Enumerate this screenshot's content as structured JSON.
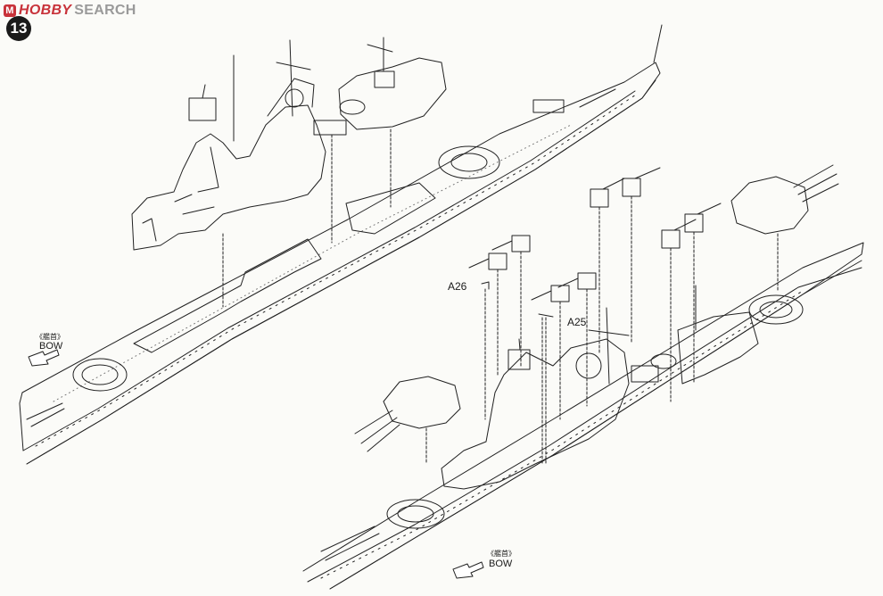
{
  "watermark": {
    "logo_letter": "M",
    "brand": "HOBBY",
    "text": "SEARCH"
  },
  "step": {
    "number": "13"
  },
  "upper_ship": {
    "bow_jp": "《艦首》",
    "bow_en": "BOW"
  },
  "lower_ship": {
    "bow_jp": "《艦首》",
    "bow_en": "BOW"
  },
  "parts": {
    "a26": "A26",
    "a25": "A25"
  }
}
